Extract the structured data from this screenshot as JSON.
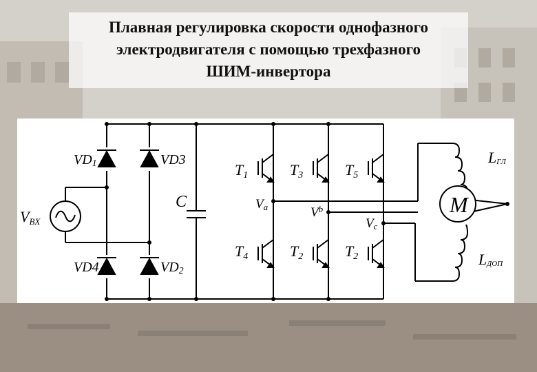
{
  "title": {
    "line1": "Плавная регулировка скорости однофазного",
    "line2": "электродвигателя с помощью трехфазного",
    "line3": "ШИМ-инвертора"
  },
  "diagram": {
    "source_label": "V",
    "source_sub": "BX",
    "diodes": [
      {
        "name": "VD",
        "sub": "1"
      },
      {
        "name": "VD",
        "sub": "3"
      },
      {
        "name": "VD",
        "sub": "4"
      },
      {
        "name": "VD",
        "sub": "2"
      }
    ],
    "capacitor": "C",
    "transistors_top": [
      {
        "name": "T",
        "sub": "1"
      },
      {
        "name": "T",
        "sub": "3"
      },
      {
        "name": "T",
        "sub": "5"
      }
    ],
    "transistors_bottom": [
      {
        "name": "T",
        "sub": "4"
      },
      {
        "name": "T",
        "sub": "2"
      },
      {
        "name": "T",
        "sub": "2"
      }
    ],
    "nodes": [
      {
        "name": "V",
        "sub": "a"
      },
      {
        "name": "V",
        "sub": "b"
      },
      {
        "name": "V",
        "sub": "c"
      }
    ],
    "motor": "M",
    "winding_main": {
      "name": "L",
      "sub": "ГЛ"
    },
    "winding_aux": {
      "name": "L",
      "sub": "ДОП"
    }
  }
}
